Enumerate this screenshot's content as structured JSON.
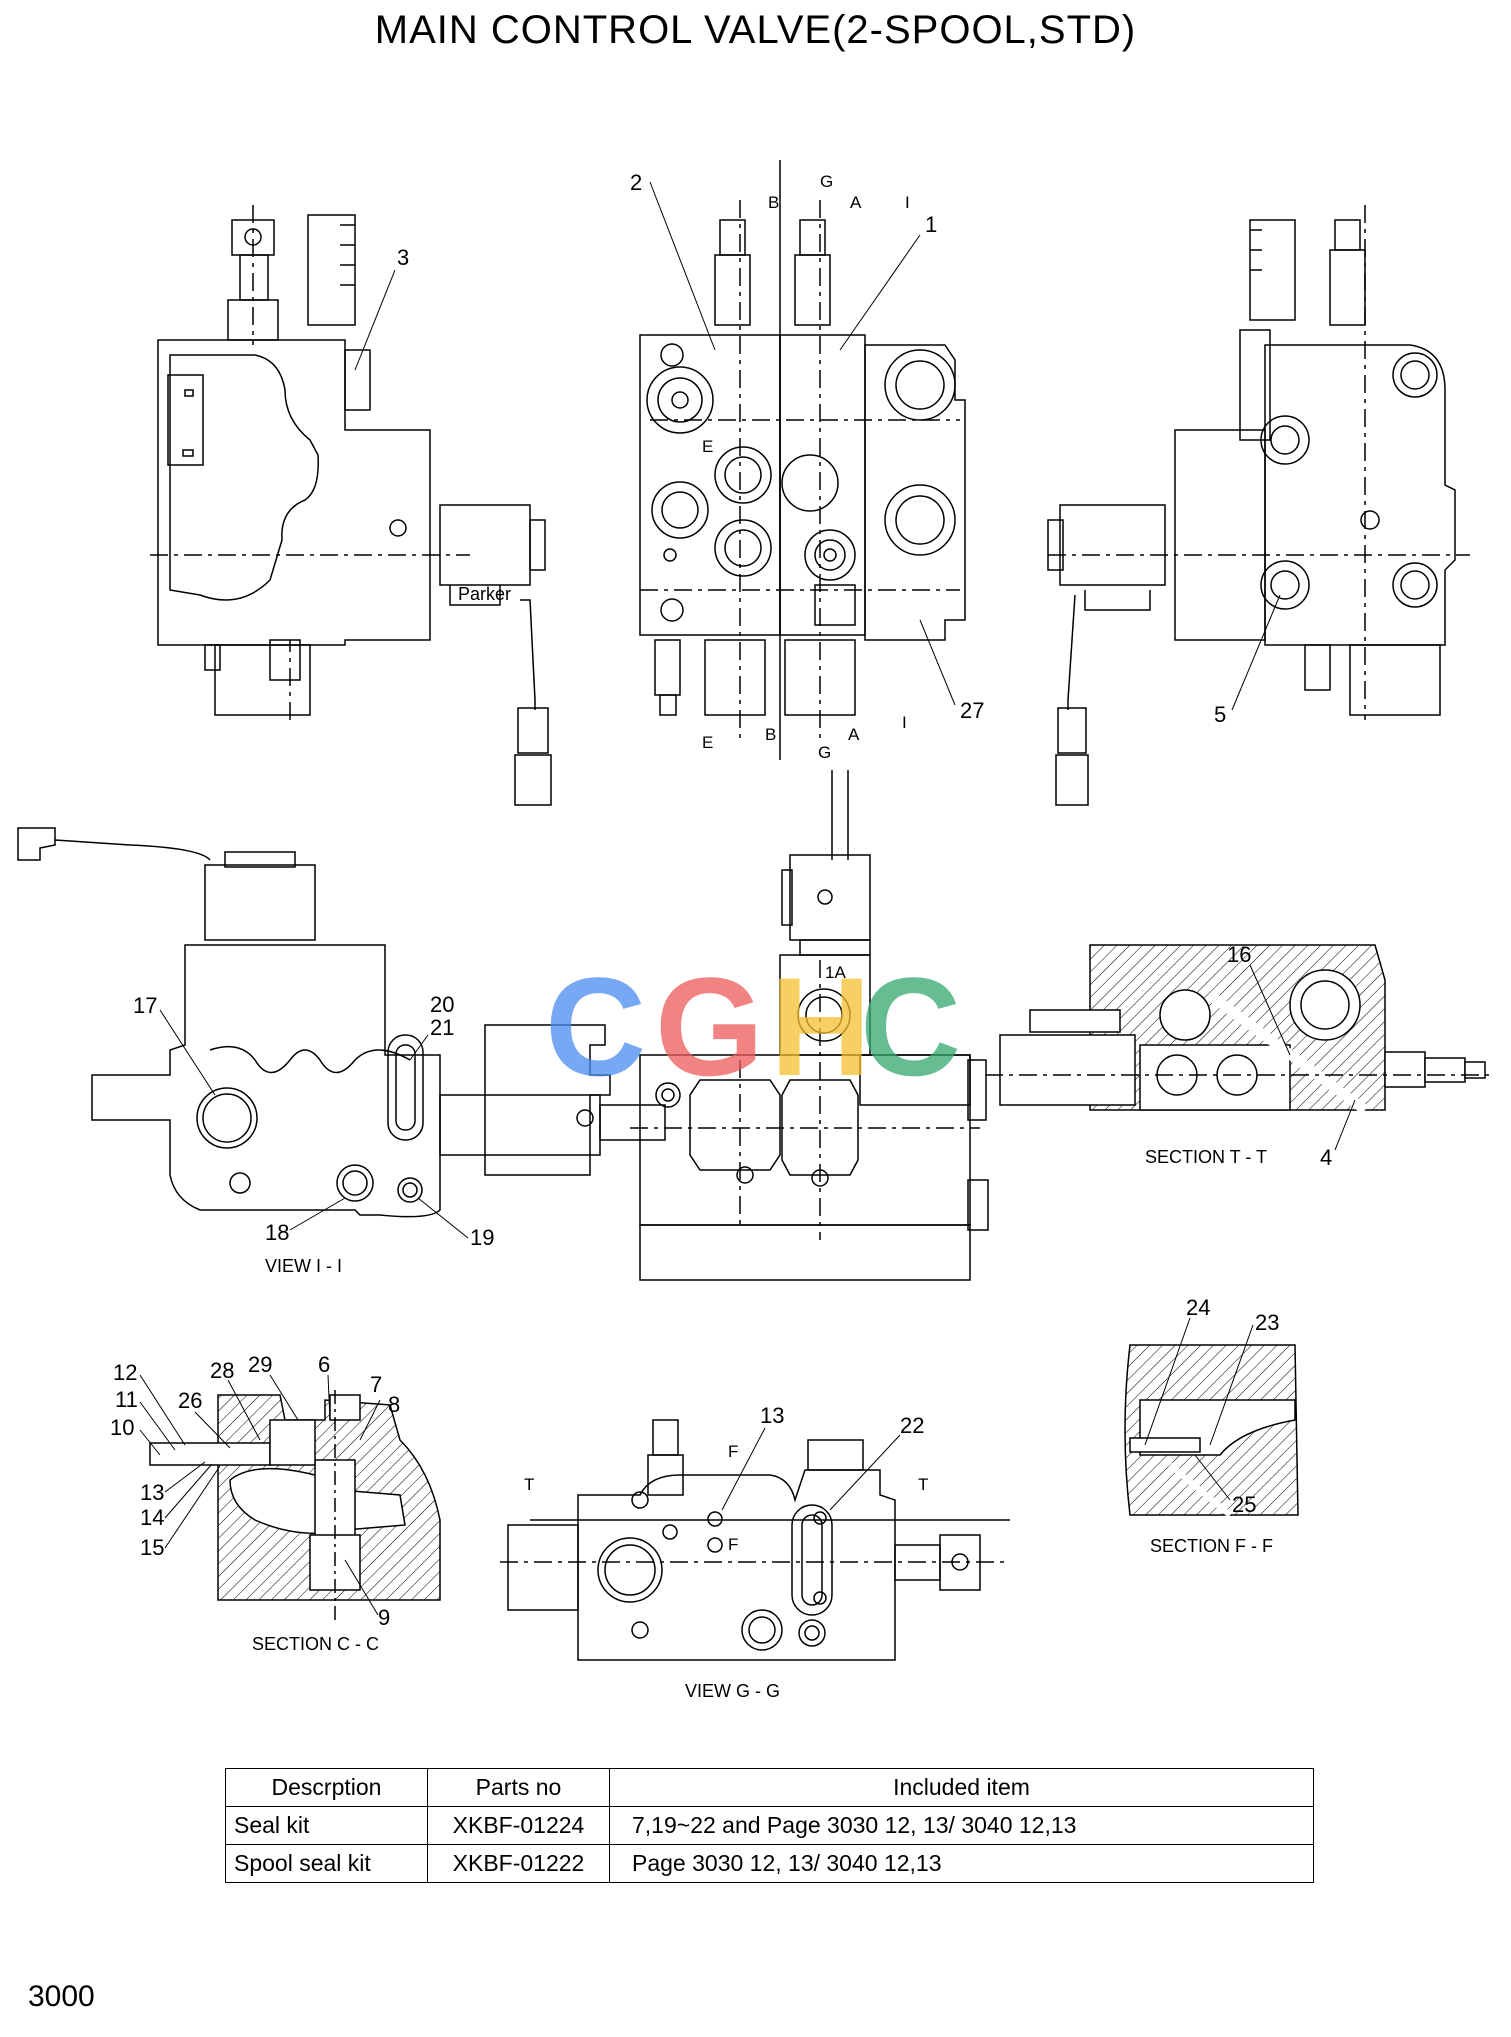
{
  "title": "MAIN CONTROL VALVE(2-SPOOL,STD)",
  "page_number": "3000",
  "watermark": "CGHC",
  "brand_label": "Parker",
  "captions": {
    "view_i": "VIEW I - I",
    "section_t": "SECTION T - T",
    "section_c": "SECTION C - C",
    "view_g": "VIEW G - G",
    "section_f": "SECTION F - F"
  },
  "section_marks": {
    "a": "A",
    "b": "B",
    "e": "E",
    "g": "G",
    "i": "I",
    "t": "T",
    "f": "F",
    "one_a": "1A"
  },
  "callouts": {
    "front_view": [
      "2",
      "1",
      "27"
    ],
    "left_view": [
      "3"
    ],
    "right_view": [
      "5"
    ],
    "view_i": [
      "17",
      "20",
      "21",
      "18",
      "19"
    ],
    "section_t": [
      "16",
      "4"
    ],
    "section_c": [
      "29",
      "6",
      "7",
      "8",
      "12",
      "11",
      "10",
      "28",
      "26",
      "13",
      "14",
      "15",
      "9"
    ],
    "view_g": [
      "13",
      "22"
    ],
    "section_f": [
      "24",
      "23",
      "25"
    ]
  },
  "table": {
    "headers": [
      "Descrption",
      "Parts no",
      "Included item"
    ],
    "rows": [
      [
        "Seal kit",
        "XKBF-01224",
        "7,19~22 and Page 3030 12, 13/ 3040 12,13"
      ],
      [
        "Spool seal kit",
        "XKBF-01222",
        "Page 3030 12, 13/ 3040 12,13"
      ]
    ]
  },
  "colors": {
    "line": "#000000",
    "watermark_blue": "#4a8cf0",
    "watermark_red": "#ee5a5a",
    "watermark_yellow": "#f5c030",
    "watermark_green": "#34a86e"
  }
}
